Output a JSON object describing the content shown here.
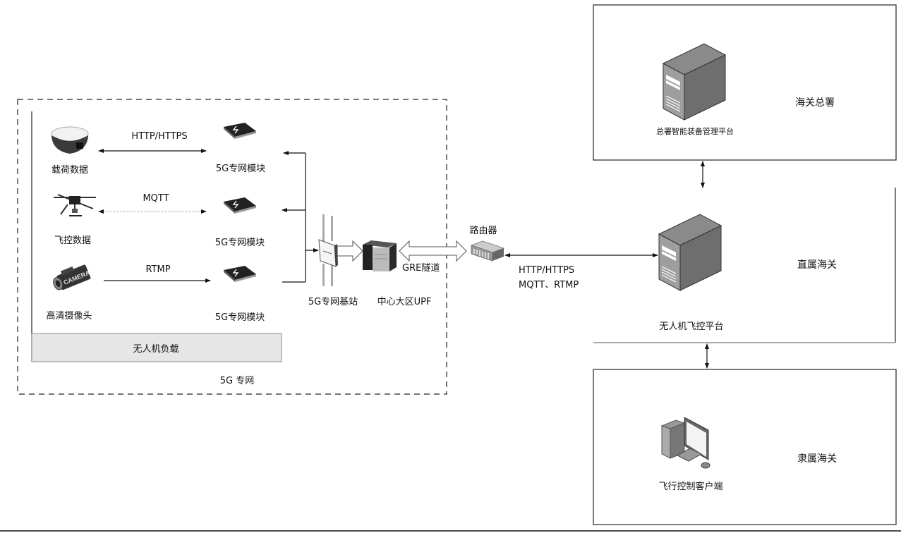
{
  "network_5g": {
    "label": "5G 专网",
    "payload_group_label": "无人机负载",
    "devices": [
      {
        "name": "载荷数据",
        "icon": "gnss-receiver-icon",
        "protocol": "HTTP/HTTPS",
        "link": "bidirectional"
      },
      {
        "name": "飞控数据",
        "icon": "drone-icon",
        "protocol": "MQTT",
        "link": "bidirectional"
      },
      {
        "name": "高清摄像头",
        "icon": "camera-icon",
        "protocol": "RTMP",
        "link": "forward"
      }
    ],
    "modules": [
      {
        "name": "5G专网模块",
        "icon": "5g-module-icon"
      },
      {
        "name": "5G专网模块",
        "icon": "5g-module-icon"
      },
      {
        "name": "5G专网模块",
        "icon": "5g-module-icon"
      }
    ],
    "base_station": {
      "name": "5G专网基站",
      "icon": "antenna-base-station-icon"
    },
    "upf": {
      "name": "中心大区UPF",
      "icon": "upf-server-icon"
    }
  },
  "tunnel": {
    "label": "GRE隧道"
  },
  "router": {
    "name": "路由器",
    "icon": "router-icon"
  },
  "router_link": {
    "protocols_line1": "HTTP/HTTPS",
    "protocols_line2": "MQTT、RTMP"
  },
  "tiers": [
    {
      "region": "海关总署",
      "system": "总署智能装备管理平台",
      "icon": "server-tower-icon"
    },
    {
      "region": "直属海关",
      "system": "无人机飞控平台",
      "icon": "server-tower-icon"
    },
    {
      "region": "隶属海关",
      "system": "飞行控制客户端",
      "icon": "desktop-computer-icon"
    }
  ]
}
